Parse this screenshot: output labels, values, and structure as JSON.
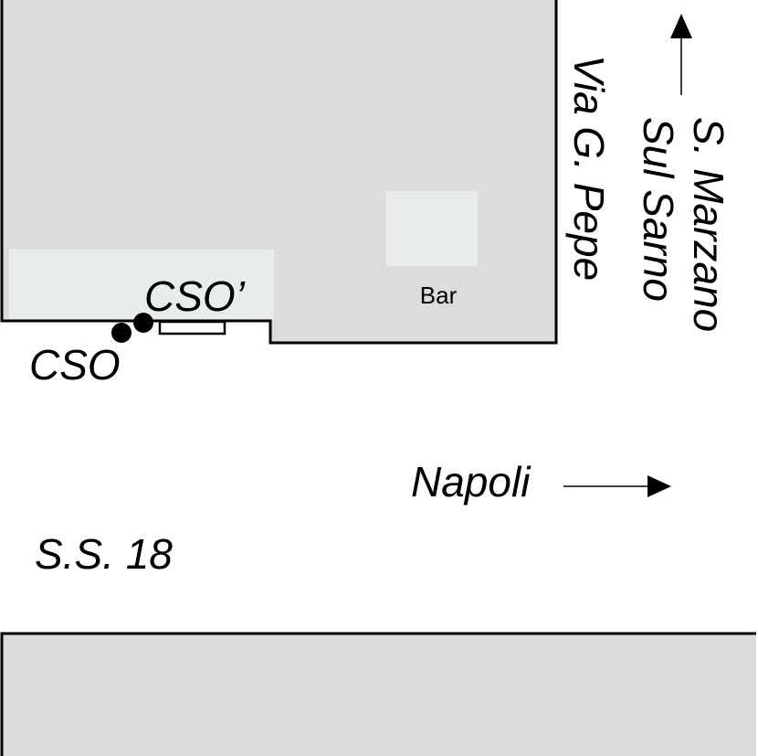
{
  "labels": {
    "cso": "CSO",
    "cso_prime": "CSO’",
    "bar": "Bar",
    "street_vertical": "Via G. Pepe",
    "direction_north_line1": "S. Marzano",
    "direction_north_line2": "Sul Sarno",
    "direction_east": "Napoli",
    "road_main": "S.S. 18"
  },
  "colors": {
    "block_fill": "#dcdcdc",
    "light_area_fill": "#e8eceb",
    "outline": "#000000",
    "background": "#ffffff"
  }
}
